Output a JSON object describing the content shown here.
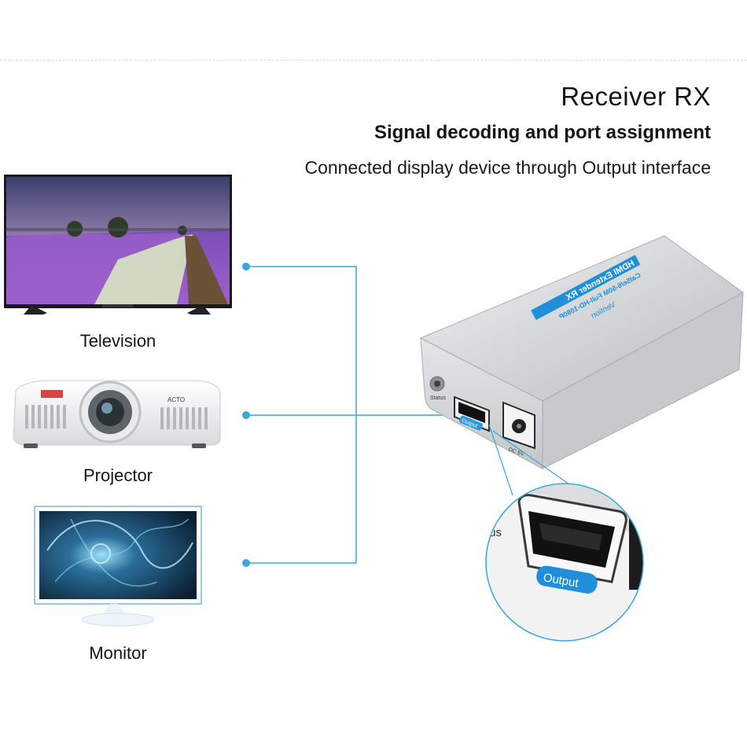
{
  "header": {
    "title": "Receiver  RX",
    "subtitle": "Signal decoding and port assignment",
    "description": "Connected display device through Output interface"
  },
  "devices": [
    {
      "label": "Television"
    },
    {
      "label": "Projector"
    },
    {
      "label": "Monitor"
    }
  ],
  "product": {
    "brand": "Vention",
    "line1": "HDMI Extender RX",
    "line2": "Cat5e/6-50M Full-HD-1080P",
    "port_output": "Output",
    "port_status": "Status",
    "port_power": "DC 5V"
  },
  "projector_brand": "ACTO",
  "zoom": {
    "port_label": "Output",
    "partial_label": "tus"
  },
  "colors": {
    "connector_line": "#3aa7d9",
    "accent_blue": "#1e8fd8"
  }
}
